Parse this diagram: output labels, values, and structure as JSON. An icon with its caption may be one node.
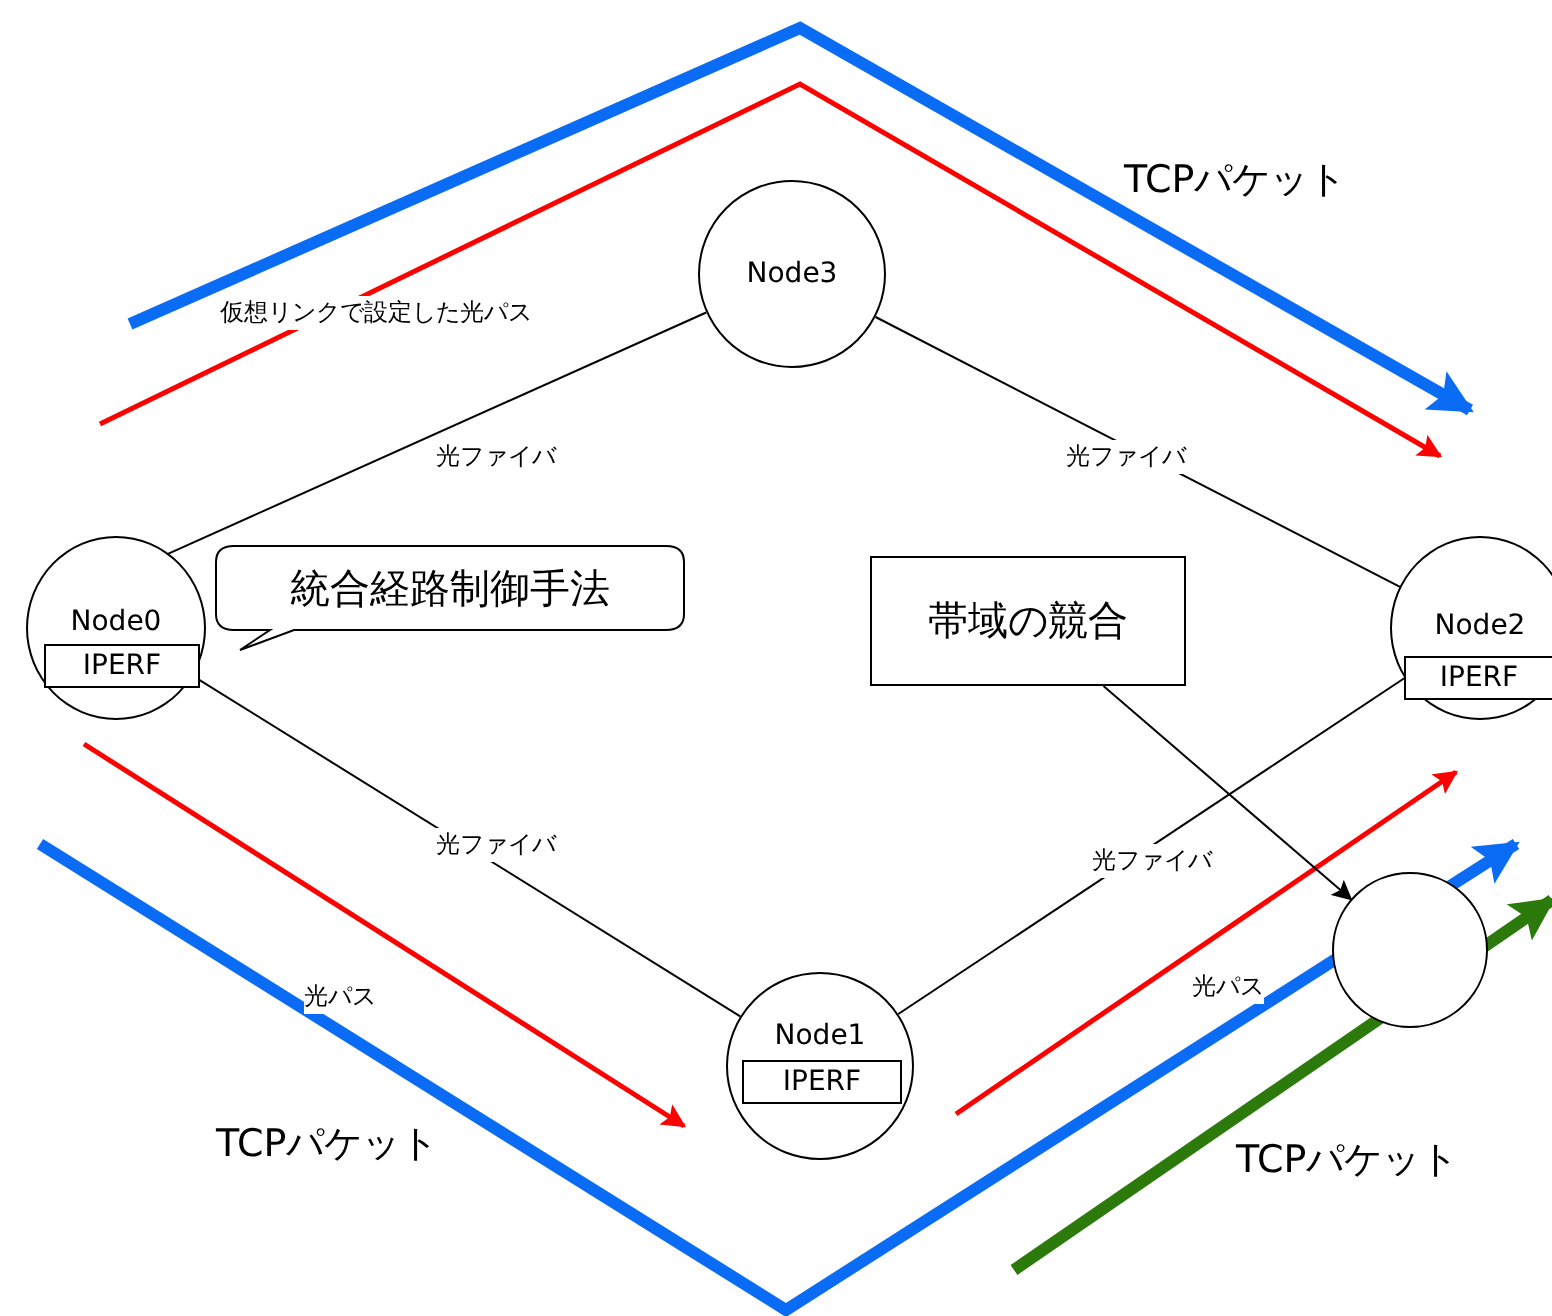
{
  "diagram": {
    "nodes": [
      {
        "text": [
          "Node0"
        ]
      },
      {
        "text": [
          "IPERF"
        ],
        "in": 0
      },
      {
        "text": [
          "Node3"
        ]
      },
      {
        "text": [
          "Node1"
        ]
      },
      {
        "text": [
          "IPERF"
        ],
        "in": 3
      },
      {
        "text": [
          "Node2"
        ]
      },
      {
        "text": [
          "IPERF"
        ],
        "in": 5
      },
      {
        "text": [
          "統合経路制御手法"
        ]
      },
      {
        "text": [
          "帯域の競合"
        ]
      },
      {
        "text": [],
        "shape": "circle"
      }
    ],
    "edges": [
      {
        "from": 0,
        "to": 2,
        "arrow": "none",
        "label": "光ファイバ"
      },
      {
        "from": 2,
        "to": 5,
        "arrow": "none",
        "label": "光ファイバ"
      },
      {
        "from": 0,
        "to": 3,
        "arrow": "none",
        "label": "光ファイバ"
      },
      {
        "from": 3,
        "to": 5,
        "arrow": "none",
        "label": "光ファイバ"
      },
      {
        "from": 8,
        "to": 9,
        "arrow": "to"
      }
    ],
    "labels": [
      "TCPパケット",
      "仮想リンクで設定した光パス",
      "光パス",
      "光パス",
      "TCPパケット",
      "TCPパケット"
    ]
  }
}
